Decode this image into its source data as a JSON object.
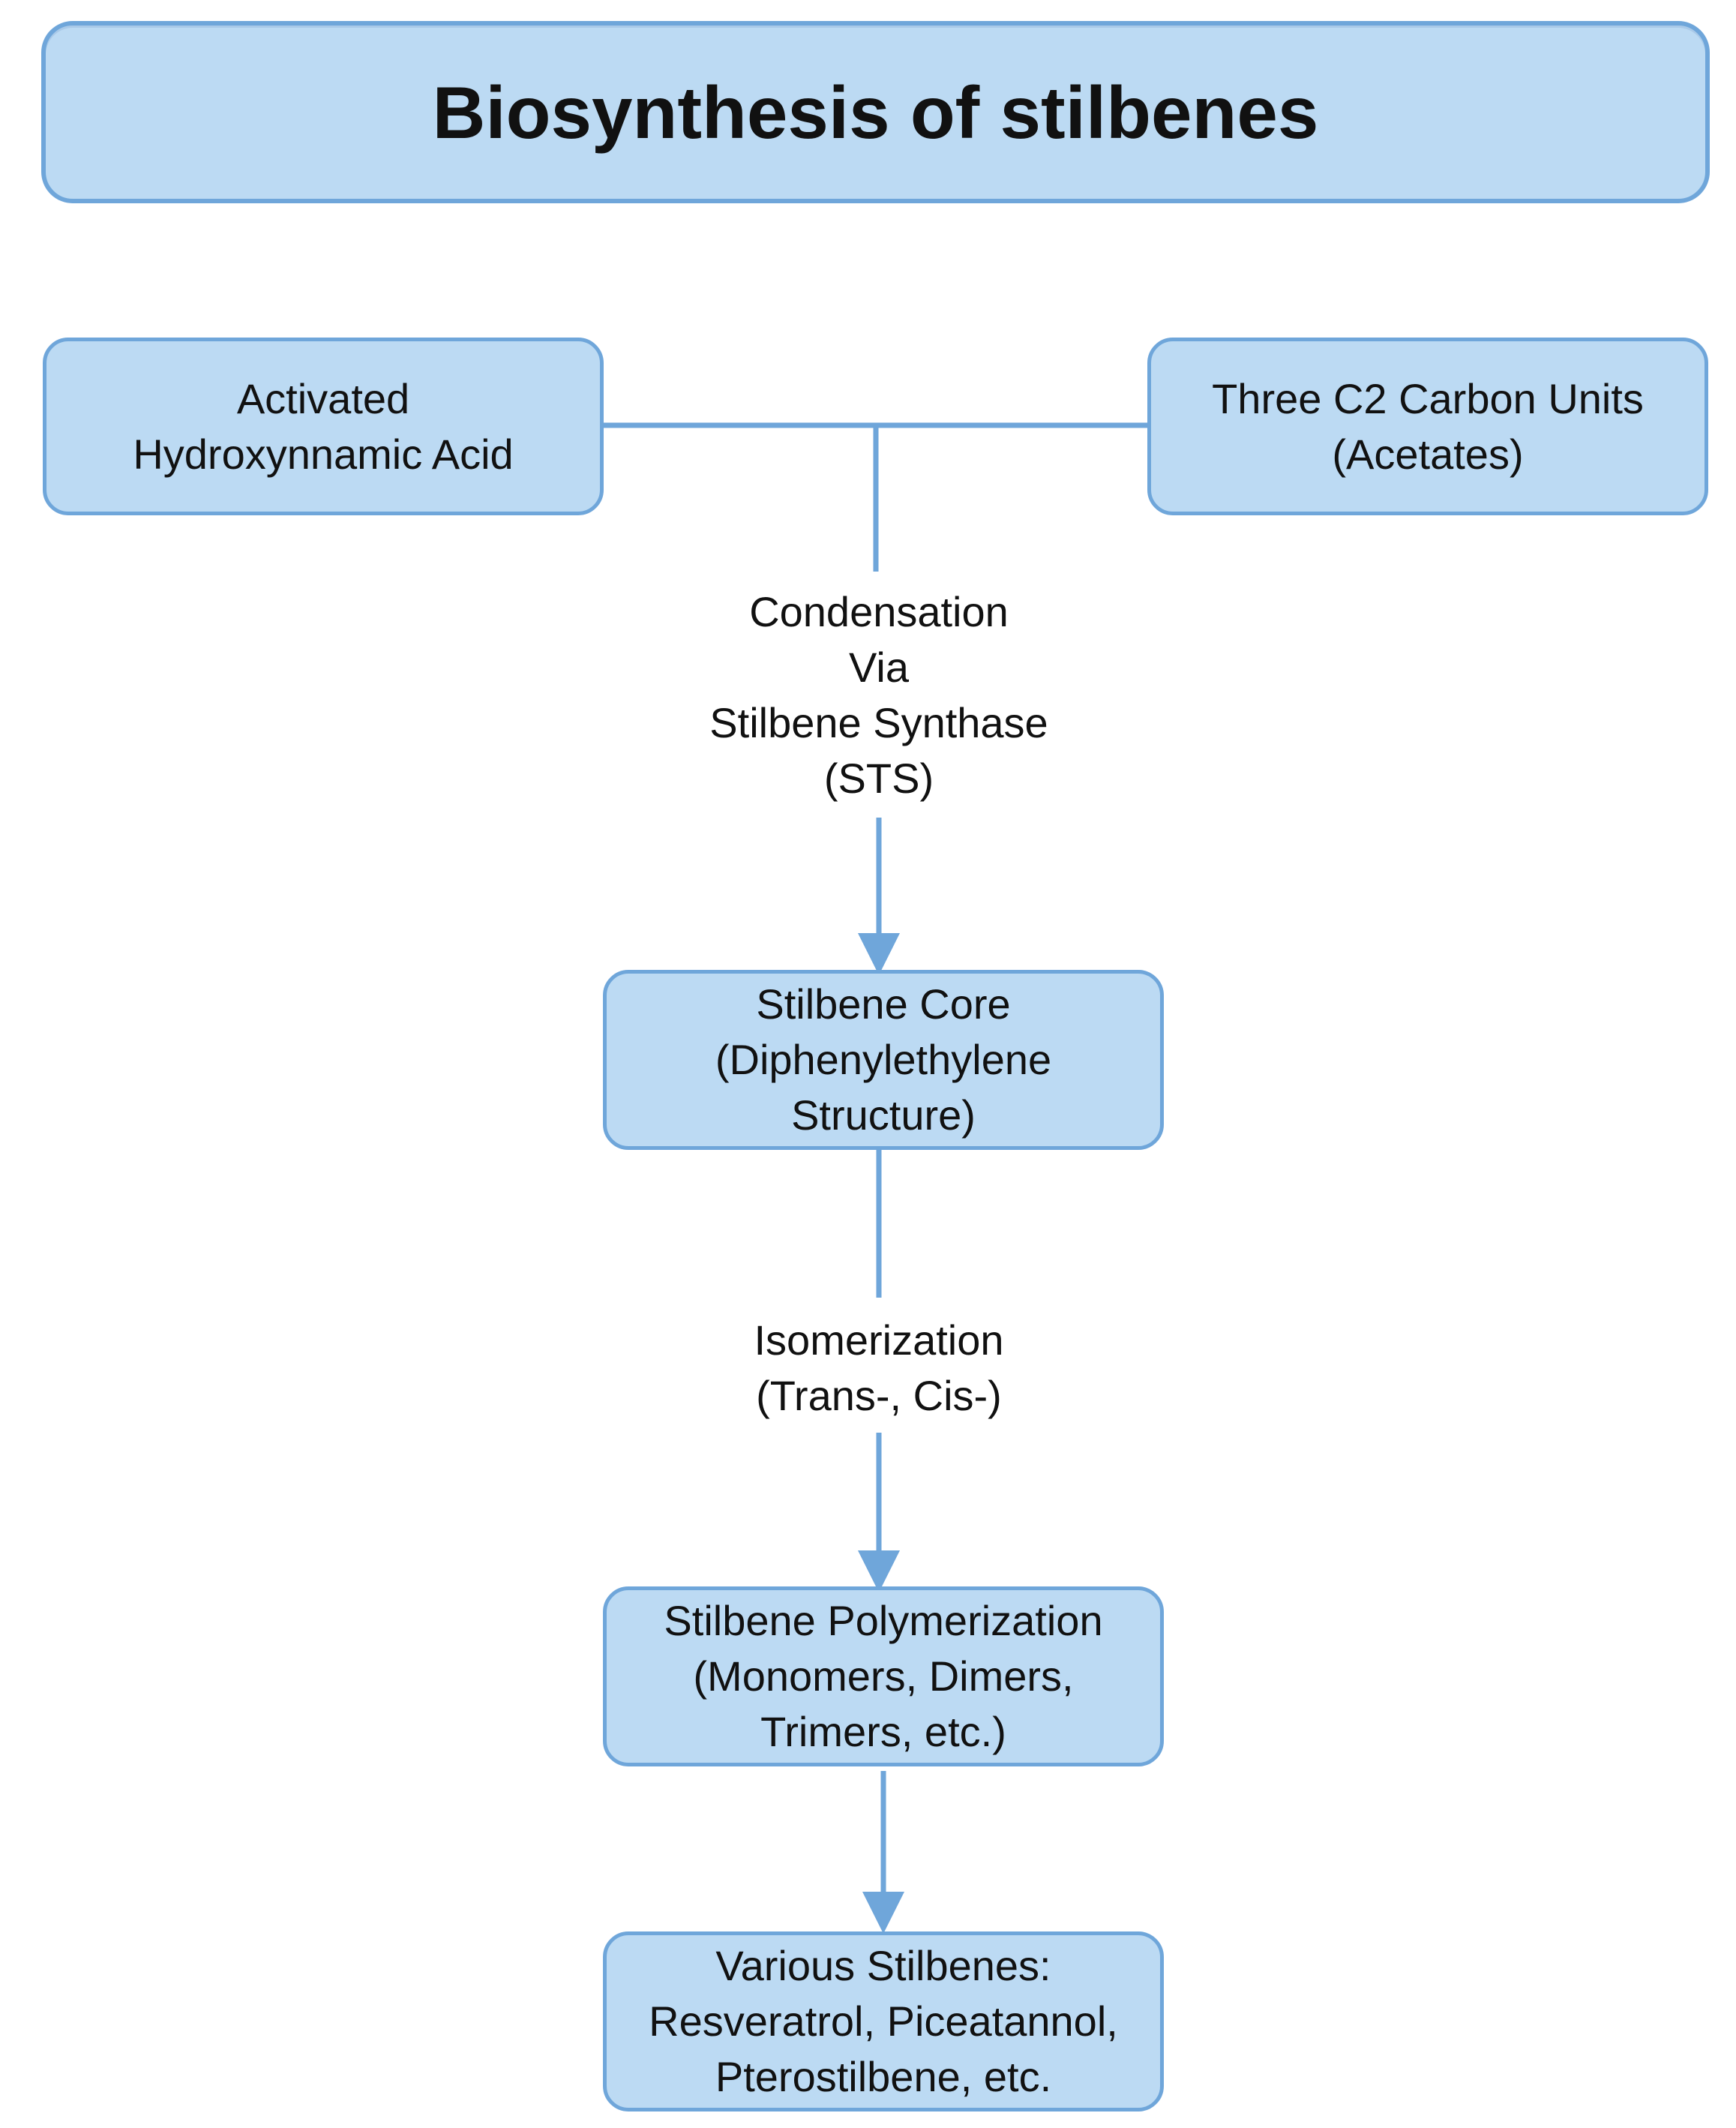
{
  "title": "Biosynthesis of stilbenes",
  "nodes": {
    "activated_acid": [
      "Activated",
      "Hydroxynnamic Acid"
    ],
    "carbon_units": [
      "Three C2 Carbon Units",
      "(Acetates)"
    ],
    "stilbene_core": [
      "Stilbene Core",
      "(Diphenylethylene",
      "Structure)"
    ],
    "polymerization": [
      "Stilbene Polymerization",
      "(Monomers, Dimers,",
      "Trimers, etc.)"
    ],
    "various_stilbenes": [
      "Various Stilbenes:",
      "Resveratrol, Piceatannol,",
      "Pterostilbene, etc."
    ]
  },
  "edge_labels": {
    "condensation": [
      "Condensation",
      "Via",
      "Stilbene Synthase",
      "(STS)"
    ],
    "isomerization": [
      "Isomerization",
      "(Trans-, Cis-)"
    ]
  },
  "colors": {
    "box_fill": "#bcdaf3",
    "box_border": "#6fa6da",
    "connector": "#6fa6da",
    "text": "#111111"
  }
}
